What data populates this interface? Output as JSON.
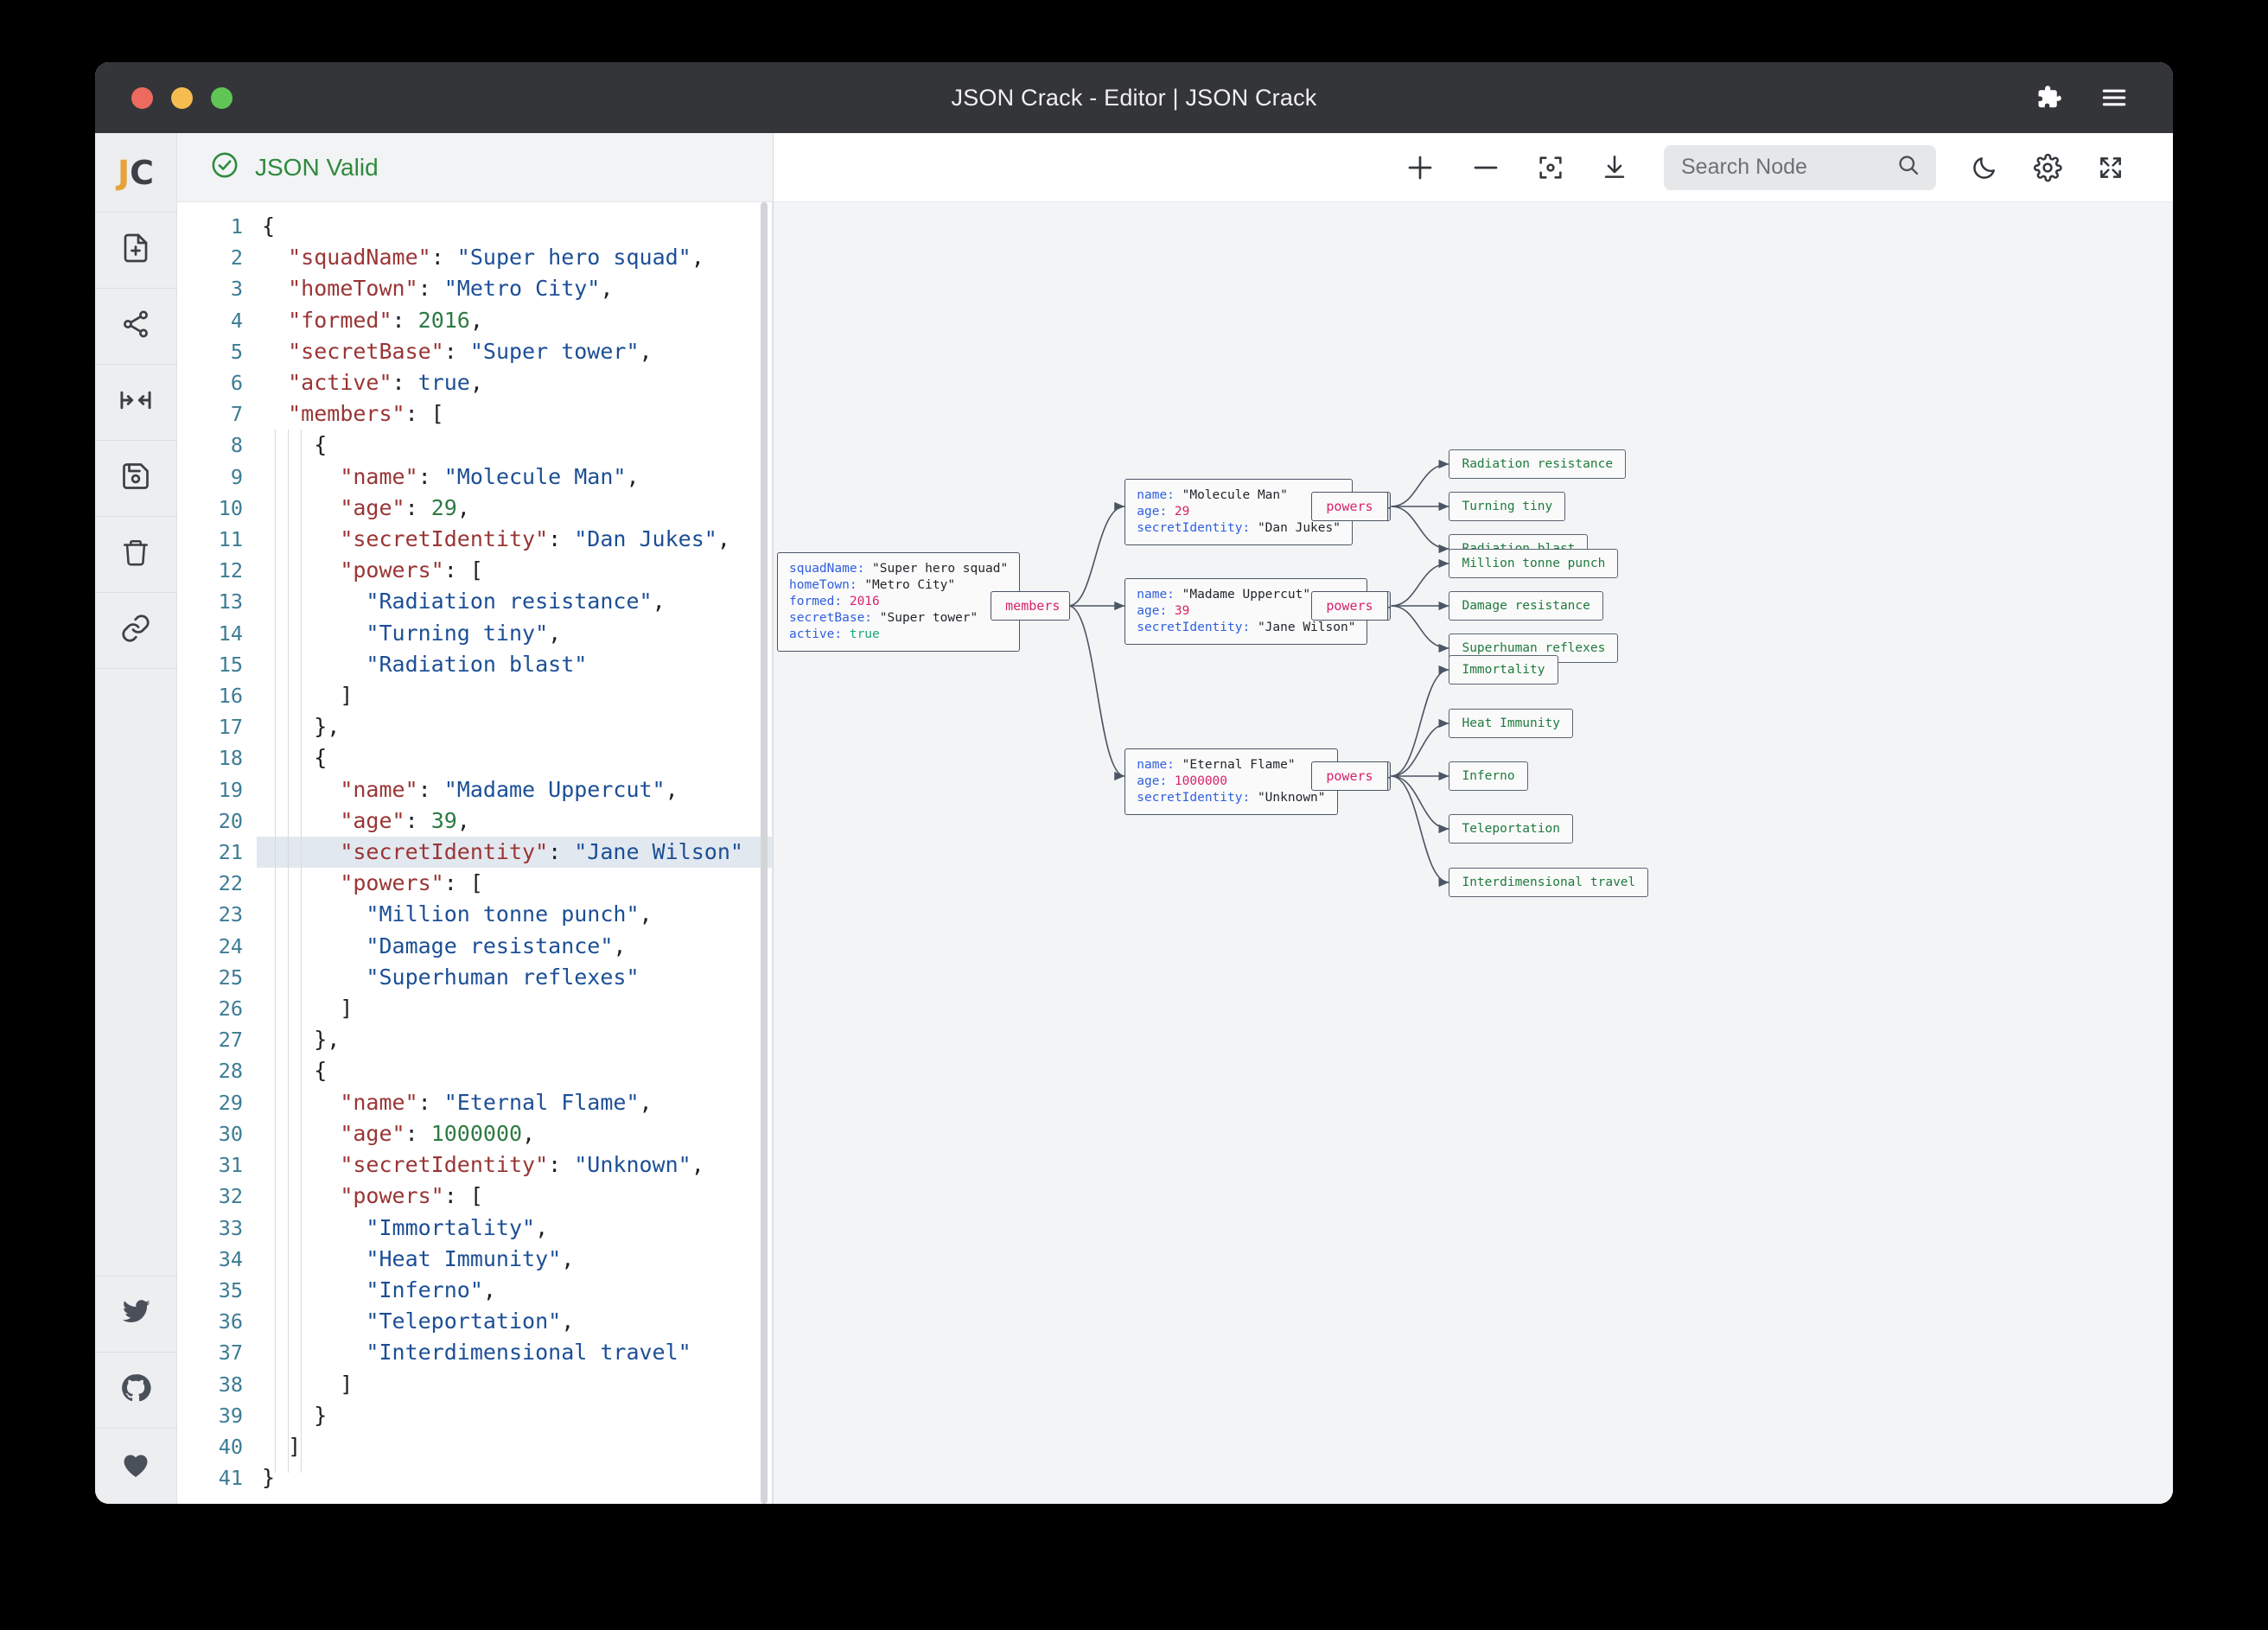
{
  "window": {
    "title": "JSON Crack - Editor | JSON Crack",
    "traffic_lights": [
      "close",
      "minimize",
      "maximize"
    ],
    "right_icons": [
      "puzzle-icon",
      "hamburger-menu-icon"
    ]
  },
  "sidebar": {
    "logo": {
      "j": "J",
      "c": "C"
    },
    "items": [
      {
        "name": "new-file",
        "icon": "file-plus-icon"
      },
      {
        "name": "share-graph",
        "icon": "share-nodes-icon"
      },
      {
        "name": "collapse-expand",
        "icon": "arrows-collapse-icon"
      },
      {
        "name": "save-file",
        "icon": "floppy-disk-icon"
      },
      {
        "name": "delete-file",
        "icon": "trash-icon"
      },
      {
        "name": "copy-link",
        "icon": "link-icon"
      }
    ],
    "bottom_items": [
      {
        "name": "twitter",
        "icon": "twitter-bird-icon"
      },
      {
        "name": "github",
        "icon": "github-icon"
      },
      {
        "name": "sponsor",
        "icon": "heart-icon"
      }
    ]
  },
  "editor": {
    "status": {
      "label": "JSON Valid",
      "icon": "check-circle-icon",
      "color": "#2f8a3d"
    },
    "line_count": 41,
    "selected_line": 21,
    "lines": [
      {
        "n": 1,
        "tokens": [
          {
            "t": "p",
            "v": "{"
          }
        ]
      },
      {
        "n": 2,
        "tokens": [
          {
            "t": "p",
            "v": "  "
          },
          {
            "t": "k",
            "v": "\"squadName\""
          },
          {
            "t": "p",
            "v": ": "
          },
          {
            "t": "s",
            "v": "\"Super hero squad\""
          },
          {
            "t": "p",
            "v": ","
          }
        ]
      },
      {
        "n": 3,
        "tokens": [
          {
            "t": "p",
            "v": "  "
          },
          {
            "t": "k",
            "v": "\"homeTown\""
          },
          {
            "t": "p",
            "v": ": "
          },
          {
            "t": "s",
            "v": "\"Metro City\""
          },
          {
            "t": "p",
            "v": ","
          }
        ]
      },
      {
        "n": 4,
        "tokens": [
          {
            "t": "p",
            "v": "  "
          },
          {
            "t": "k",
            "v": "\"formed\""
          },
          {
            "t": "p",
            "v": ": "
          },
          {
            "t": "n",
            "v": "2016"
          },
          {
            "t": "p",
            "v": ","
          }
        ]
      },
      {
        "n": 5,
        "tokens": [
          {
            "t": "p",
            "v": "  "
          },
          {
            "t": "k",
            "v": "\"secretBase\""
          },
          {
            "t": "p",
            "v": ": "
          },
          {
            "t": "s",
            "v": "\"Super tower\""
          },
          {
            "t": "p",
            "v": ","
          }
        ]
      },
      {
        "n": 6,
        "tokens": [
          {
            "t": "p",
            "v": "  "
          },
          {
            "t": "k",
            "v": "\"active\""
          },
          {
            "t": "p",
            "v": ": "
          },
          {
            "t": "b",
            "v": "true"
          },
          {
            "t": "p",
            "v": ","
          }
        ]
      },
      {
        "n": 7,
        "tokens": [
          {
            "t": "p",
            "v": "  "
          },
          {
            "t": "k",
            "v": "\"members\""
          },
          {
            "t": "p",
            "v": ": ["
          }
        ]
      },
      {
        "n": 8,
        "tokens": [
          {
            "t": "p",
            "v": "    {"
          }
        ]
      },
      {
        "n": 9,
        "tokens": [
          {
            "t": "p",
            "v": "      "
          },
          {
            "t": "k",
            "v": "\"name\""
          },
          {
            "t": "p",
            "v": ": "
          },
          {
            "t": "s",
            "v": "\"Molecule Man\""
          },
          {
            "t": "p",
            "v": ","
          }
        ]
      },
      {
        "n": 10,
        "tokens": [
          {
            "t": "p",
            "v": "      "
          },
          {
            "t": "k",
            "v": "\"age\""
          },
          {
            "t": "p",
            "v": ": "
          },
          {
            "t": "n",
            "v": "29"
          },
          {
            "t": "p",
            "v": ","
          }
        ]
      },
      {
        "n": 11,
        "tokens": [
          {
            "t": "p",
            "v": "      "
          },
          {
            "t": "k",
            "v": "\"secretIdentity\""
          },
          {
            "t": "p",
            "v": ": "
          },
          {
            "t": "s",
            "v": "\"Dan Jukes\""
          },
          {
            "t": "p",
            "v": ","
          }
        ]
      },
      {
        "n": 12,
        "tokens": [
          {
            "t": "p",
            "v": "      "
          },
          {
            "t": "k",
            "v": "\"powers\""
          },
          {
            "t": "p",
            "v": ": ["
          }
        ]
      },
      {
        "n": 13,
        "tokens": [
          {
            "t": "p",
            "v": "        "
          },
          {
            "t": "s",
            "v": "\"Radiation resistance\""
          },
          {
            "t": "p",
            "v": ","
          }
        ]
      },
      {
        "n": 14,
        "tokens": [
          {
            "t": "p",
            "v": "        "
          },
          {
            "t": "s",
            "v": "\"Turning tiny\""
          },
          {
            "t": "p",
            "v": ","
          }
        ]
      },
      {
        "n": 15,
        "tokens": [
          {
            "t": "p",
            "v": "        "
          },
          {
            "t": "s",
            "v": "\"Radiation blast\""
          }
        ]
      },
      {
        "n": 16,
        "tokens": [
          {
            "t": "p",
            "v": "      ]"
          }
        ]
      },
      {
        "n": 17,
        "tokens": [
          {
            "t": "p",
            "v": "    },"
          }
        ]
      },
      {
        "n": 18,
        "tokens": [
          {
            "t": "p",
            "v": "    {"
          }
        ]
      },
      {
        "n": 19,
        "tokens": [
          {
            "t": "p",
            "v": "      "
          },
          {
            "t": "k",
            "v": "\"name\""
          },
          {
            "t": "p",
            "v": ": "
          },
          {
            "t": "s",
            "v": "\"Madame Uppercut\""
          },
          {
            "t": "p",
            "v": ","
          }
        ]
      },
      {
        "n": 20,
        "tokens": [
          {
            "t": "p",
            "v": "      "
          },
          {
            "t": "k",
            "v": "\"age\""
          },
          {
            "t": "p",
            "v": ": "
          },
          {
            "t": "n",
            "v": "39"
          },
          {
            "t": "p",
            "v": ","
          }
        ]
      },
      {
        "n": 21,
        "tokens": [
          {
            "t": "p",
            "v": "      "
          },
          {
            "t": "k",
            "v": "\"secretIdentity\""
          },
          {
            "t": "p",
            "v": ": "
          },
          {
            "t": "s",
            "v": "\"Jane Wilson\""
          }
        ]
      },
      {
        "n": 22,
        "tokens": [
          {
            "t": "p",
            "v": "      "
          },
          {
            "t": "k",
            "v": "\"powers\""
          },
          {
            "t": "p",
            "v": ": ["
          }
        ]
      },
      {
        "n": 23,
        "tokens": [
          {
            "t": "p",
            "v": "        "
          },
          {
            "t": "s",
            "v": "\"Million tonne punch\""
          },
          {
            "t": "p",
            "v": ","
          }
        ]
      },
      {
        "n": 24,
        "tokens": [
          {
            "t": "p",
            "v": "        "
          },
          {
            "t": "s",
            "v": "\"Damage resistance\""
          },
          {
            "t": "p",
            "v": ","
          }
        ]
      },
      {
        "n": 25,
        "tokens": [
          {
            "t": "p",
            "v": "        "
          },
          {
            "t": "s",
            "v": "\"Superhuman reflexes\""
          }
        ]
      },
      {
        "n": 26,
        "tokens": [
          {
            "t": "p",
            "v": "      ]"
          }
        ]
      },
      {
        "n": 27,
        "tokens": [
          {
            "t": "p",
            "v": "    },"
          }
        ]
      },
      {
        "n": 28,
        "tokens": [
          {
            "t": "p",
            "v": "    {"
          }
        ]
      },
      {
        "n": 29,
        "tokens": [
          {
            "t": "p",
            "v": "      "
          },
          {
            "t": "k",
            "v": "\"name\""
          },
          {
            "t": "p",
            "v": ": "
          },
          {
            "t": "s",
            "v": "\"Eternal Flame\""
          },
          {
            "t": "p",
            "v": ","
          }
        ]
      },
      {
        "n": 30,
        "tokens": [
          {
            "t": "p",
            "v": "      "
          },
          {
            "t": "k",
            "v": "\"age\""
          },
          {
            "t": "p",
            "v": ": "
          },
          {
            "t": "n",
            "v": "1000000"
          },
          {
            "t": "p",
            "v": ","
          }
        ]
      },
      {
        "n": 31,
        "tokens": [
          {
            "t": "p",
            "v": "      "
          },
          {
            "t": "k",
            "v": "\"secretIdentity\""
          },
          {
            "t": "p",
            "v": ": "
          },
          {
            "t": "s",
            "v": "\"Unknown\""
          },
          {
            "t": "p",
            "v": ","
          }
        ]
      },
      {
        "n": 32,
        "tokens": [
          {
            "t": "p",
            "v": "      "
          },
          {
            "t": "k",
            "v": "\"powers\""
          },
          {
            "t": "p",
            "v": ": ["
          }
        ]
      },
      {
        "n": 33,
        "tokens": [
          {
            "t": "p",
            "v": "        "
          },
          {
            "t": "s",
            "v": "\"Immortality\""
          },
          {
            "t": "p",
            "v": ","
          }
        ]
      },
      {
        "n": 34,
        "tokens": [
          {
            "t": "p",
            "v": "        "
          },
          {
            "t": "s",
            "v": "\"Heat Immunity\""
          },
          {
            "t": "p",
            "v": ","
          }
        ]
      },
      {
        "n": 35,
        "tokens": [
          {
            "t": "p",
            "v": "        "
          },
          {
            "t": "s",
            "v": "\"Inferno\""
          },
          {
            "t": "p",
            "v": ","
          }
        ]
      },
      {
        "n": 36,
        "tokens": [
          {
            "t": "p",
            "v": "        "
          },
          {
            "t": "s",
            "v": "\"Teleportation\""
          },
          {
            "t": "p",
            "v": ","
          }
        ]
      },
      {
        "n": 37,
        "tokens": [
          {
            "t": "p",
            "v": "        "
          },
          {
            "t": "s",
            "v": "\"Interdimensional travel\""
          }
        ]
      },
      {
        "n": 38,
        "tokens": [
          {
            "t": "p",
            "v": "      ]"
          }
        ]
      },
      {
        "n": 39,
        "tokens": [
          {
            "t": "p",
            "v": "    }"
          }
        ]
      },
      {
        "n": 40,
        "tokens": [
          {
            "t": "p",
            "v": "  ]"
          }
        ]
      },
      {
        "n": 41,
        "tokens": [
          {
            "t": "p",
            "v": "}"
          }
        ]
      }
    ]
  },
  "toolbar": {
    "zoom_in": "zoom-in-icon",
    "zoom_out": "zoom-out-icon",
    "center_view": "center-focus-icon",
    "download": "download-icon",
    "search": {
      "placeholder": "Search Node",
      "value": "",
      "icon": "search-icon"
    },
    "dark_mode": "moon-icon",
    "settings": "gear-icon",
    "fullscreen": "fullscreen-icon"
  },
  "graph": {
    "background": "#f2f4f6",
    "collapse_glyph": "⇥",
    "root": {
      "rows": [
        {
          "key": "squadName",
          "value": "\"Super hero squad\"",
          "type": "str"
        },
        {
          "key": "homeTown",
          "value": "\"Metro City\"",
          "type": "str"
        },
        {
          "key": "formed",
          "value": "2016",
          "type": "num"
        },
        {
          "key": "secretBase",
          "value": "\"Super tower\"",
          "type": "str"
        },
        {
          "key": "active",
          "value": "true",
          "type": "bool"
        }
      ]
    },
    "members_label": "members",
    "members": [
      {
        "rows": [
          {
            "key": "name",
            "value": "\"Molecule Man\"",
            "type": "str"
          },
          {
            "key": "age",
            "value": "29",
            "type": "num"
          },
          {
            "key": "secretIdentity",
            "value": "\"Dan Jukes\"",
            "type": "str"
          }
        ],
        "powers_label": "powers",
        "powers": [
          "Radiation resistance",
          "Turning tiny",
          "Radiation blast"
        ]
      },
      {
        "rows": [
          {
            "key": "name",
            "value": "\"Madame Uppercut\"",
            "type": "str"
          },
          {
            "key": "age",
            "value": "39",
            "type": "num"
          },
          {
            "key": "secretIdentity",
            "value": "\"Jane Wilson\"",
            "type": "str"
          }
        ],
        "powers_label": "powers",
        "powers": [
          "Million tonne punch",
          "Damage resistance",
          "Superhuman reflexes"
        ]
      },
      {
        "rows": [
          {
            "key": "name",
            "value": "\"Eternal Flame\"",
            "type": "str"
          },
          {
            "key": "age",
            "value": "1000000",
            "type": "num"
          },
          {
            "key": "secretIdentity",
            "value": "\"Unknown\"",
            "type": "str"
          }
        ],
        "powers_label": "powers",
        "powers": [
          "Immortality",
          "Heat Immunity",
          "Inferno",
          "Teleportation",
          "Interdimensional travel"
        ]
      }
    ]
  }
}
